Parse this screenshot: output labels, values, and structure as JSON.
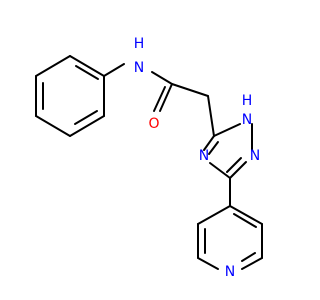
{
  "molecule": {
    "colors": {
      "carbon_bond": "#000000",
      "nitrogen": "#0000ff",
      "oxygen": "#ff0000",
      "background": "#ffffff"
    },
    "atom_labels": {
      "amide_nh": "N\nH",
      "amide_n": "N",
      "amide_h": "H",
      "carbonyl_o": "O",
      "triazole_nh": "N\nH",
      "triazole_n1": "N",
      "triazole_h": "H",
      "triazole_n2": "N",
      "triazole_n4": "N",
      "pyridine_n": "N"
    }
  }
}
